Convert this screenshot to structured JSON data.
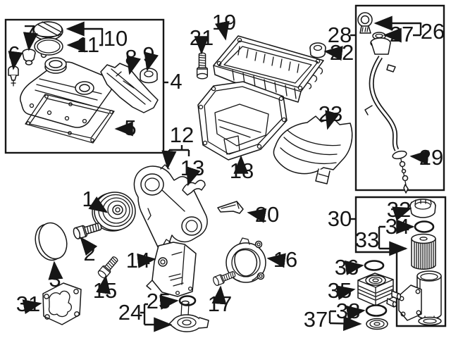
{
  "figure": {
    "type": "exploded-parts-diagram",
    "subject": "engine valve cover, oil pan, timing covers, dipstick and oil filter assembly",
    "background": "#ffffff",
    "line_color": "#161616"
  },
  "callouts": {
    "c1": "1",
    "c2": "2",
    "c3": "3",
    "c4": "4",
    "c5": "5",
    "c6": "6",
    "c7": "7",
    "c8": "8",
    "c9": "9",
    "c10": "10",
    "c11": "11",
    "c12": "12",
    "c13": "13",
    "c14": "14",
    "c15": "15",
    "c16": "16",
    "c17": "17",
    "c18": "18",
    "c19": "19",
    "c20": "20",
    "c21": "21",
    "c22": "22",
    "c23": "23",
    "c24": "24",
    "c25": "25",
    "c26": "26",
    "c27": "27",
    "c28": "28",
    "c29": "29",
    "c30": "30",
    "c31": "31",
    "c32": "32",
    "c33": "33",
    "c34": "34",
    "c35": "35",
    "c36": "36",
    "c37": "37",
    "c38": "38"
  }
}
